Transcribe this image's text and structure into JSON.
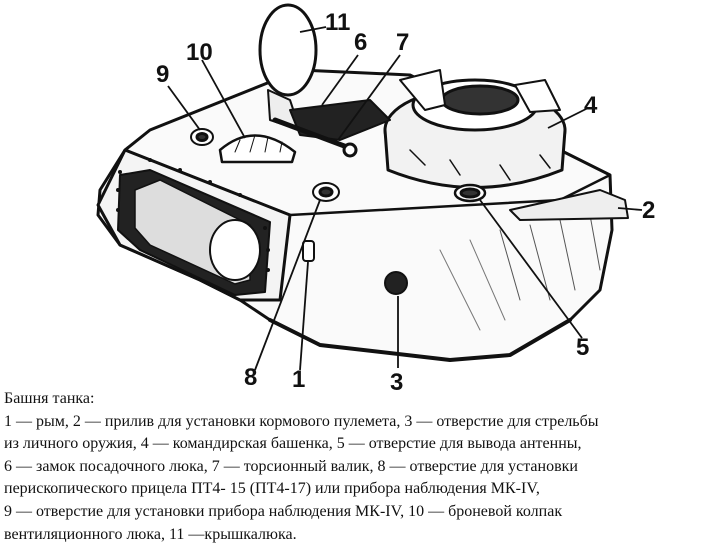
{
  "labels": [
    "11",
    "10",
    "6",
    "7",
    "9",
    "4",
    "2",
    "5",
    "8",
    "1",
    "3"
  ],
  "caption": {
    "title": "Башня танка:",
    "lines": [
      "1 — рым, 2 — прилив для установки кормового пулемета, 3 — отверстие для стрельбы",
      "из личного оружия, 4 — командирская башенка, 5 — отверстие для вывода антенны,",
      "6 — замок посадочного люка, 7 — торсионный валик, 8 — отверстие для установки",
      "перископического прицела ПТ4- 15 (ПТ4-17) или прибора наблюдения МК-IV,",
      "9 — отверстие для установки прибора наблюдения МК-IV, 10 — броневой колпак",
      "вентиляционного люка, 11 —крышкалюка."
    ]
  }
}
